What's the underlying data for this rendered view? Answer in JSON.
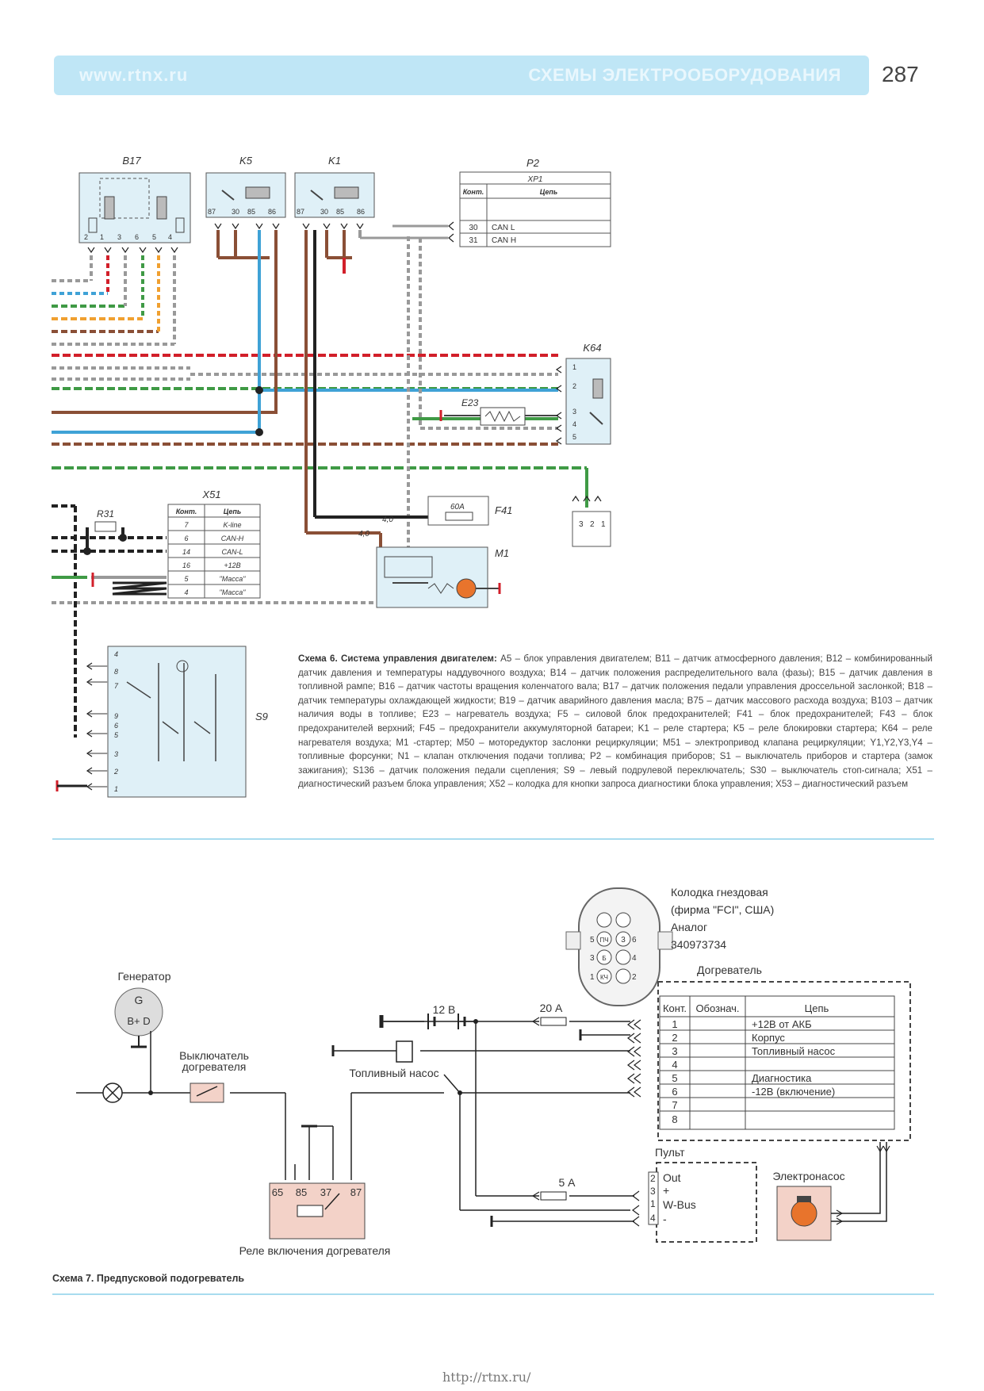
{
  "header": {
    "site": "www.rtnx.ru",
    "section": "СХЕМЫ ЭЛЕКТРООБОРУДОВАНИЯ",
    "page": "287"
  },
  "top": {
    "labels": {
      "b17": "B17",
      "k5": "K5",
      "k1": "K1",
      "p2": "P2",
      "k64": "K64",
      "e23": "E23",
      "f41": "F41",
      "m1": "M1",
      "x51": "X51",
      "r31": "R31",
      "s9": "S9",
      "fuse60": "60A",
      "w1": "4,0",
      "w2": "4,0"
    },
    "b17_pins": [
      "2",
      "1",
      "3",
      "6",
      "5",
      "4"
    ],
    "k_pins": [
      "87",
      "30",
      "85",
      "86"
    ],
    "k64_pins": [
      "1",
      "2",
      "3",
      "4",
      "5"
    ],
    "s9_pins": [
      "4",
      "8",
      "7",
      "9",
      "6",
      "5",
      "3",
      "2",
      "1"
    ],
    "conn3_pins": [
      "3",
      "2",
      "1"
    ],
    "p2_table": {
      "name": "XP1",
      "headers": [
        "Конт.",
        "Цепь"
      ],
      "rows": [
        [
          "30",
          "CAN L"
        ],
        [
          "31",
          "CAN H"
        ]
      ]
    },
    "x51_table": {
      "headers": [
        "Конт.",
        "Цепь"
      ],
      "rows": [
        [
          "7",
          "K-line"
        ],
        [
          "6",
          "CAN-H"
        ],
        [
          "14",
          "CAN-L"
        ],
        [
          "16",
          "+12B"
        ],
        [
          "5",
          "\"Масса\""
        ],
        [
          "4",
          "\"Масса\""
        ]
      ]
    }
  },
  "caption6": {
    "title": "Схема 6. Система управления двигателем:",
    "text": "A5 – блок управления двигателем; B11 – датчик атмосферного давления; B12 – комбинированный датчик давления и температуры наддувочного воздуха; B14 – датчик положения распределительного вала (фазы); B15 – датчик давления в топливной рампе; B16 – датчик частоты вращения коленчатого вала; B17 – датчик положения педали управления дроссельной заслонкой; B18 – датчик температуры охлаждающей жидкости; B19 – датчик аварийного давления масла; B75 – датчик массового расхода воздуха; B103 – датчик наличия воды в топливе; E23 – нагреватель воздуха; F5 – силовой блок предохранителей; F41 – блок предохранителей; F43 – блок предохранителей верхний; F45 – предохранители аккумуляторной батареи; K1 – реле стартера; K5 – реле блокировки стартера; K64 – реле нагревателя воздуха; M1 -стартер; M50 – моторедуктор заслонки рециркуляции; M51 – электропривод клапана рециркуляции; Y1,Y2,Y3,Y4 – топливные форсунки; N1 – клапан отключения подачи топлива; P2 – комбинация приборов; S1 – выключатель приборов и стартера (замок зажигания); S136 – датчик положения педали сцепления; S9 – левый подрулевой переключатель; S30 – выключатель стоп-сигнала; X51 – диагностический разъем блока управления; X52 – колодка для кнопки запроса диагностики блока управления; X53 – диагностический разъем"
  },
  "bottom": {
    "connector_desc": [
      "Колодка гнездовая",
      "(фирма \"FCI\", США)",
      "Аналог",
      "340973734"
    ],
    "connector_pins": {
      "left": [
        "5",
        "3",
        "1"
      ],
      "right": [
        "6",
        "4",
        "2"
      ],
      "sym": [
        "ПЧ",
        "Б",
        "КЧ"
      ],
      "center": [
        "3"
      ]
    },
    "generator": {
      "label": "Генератор",
      "g": "G",
      "bd": "B+ D"
    },
    "switch_label": [
      "Выключатель",
      "догревателя"
    ],
    "battery": "12 В",
    "fuse1": "20 А",
    "fuse2": "5 А",
    "pump_label": "Топливный насос",
    "relay_label": "Реле включения догревателя",
    "relay_pins": [
      "65",
      "85",
      "37",
      "87"
    ],
    "heater_label": "Догреватель",
    "heater_table": {
      "headers": [
        "Конт.",
        "Обознач.",
        "Цепь"
      ],
      "rows": [
        [
          "1",
          "",
          "+12В от АКБ"
        ],
        [
          "2",
          "",
          "Корпус"
        ],
        [
          "3",
          "",
          "Топливный насос"
        ],
        [
          "4",
          "",
          ""
        ],
        [
          "5",
          "",
          "Диагностика"
        ],
        [
          "6",
          "",
          "-12В (включение)"
        ],
        [
          "7",
          "",
          ""
        ],
        [
          "8",
          "",
          ""
        ]
      ]
    },
    "pult": {
      "label": "Пульт",
      "pins": [
        "2",
        "3",
        "1",
        "4"
      ],
      "signals": [
        "Out",
        "+",
        "W-Bus",
        "-"
      ]
    },
    "elnasos": "Электронасос"
  },
  "caption7": "Схема 7. Предпусковой подогреватель",
  "footer": "http://rtnx.ru/",
  "colors": {
    "band": "#bfe6f6",
    "rule": "#a8dcef",
    "relay_fill": "#f3d2c8",
    "motor": "#e8742c",
    "red": "#d21f2a",
    "blue": "#3fa2d6",
    "green": "#3f9a45",
    "brown": "#8a4f36",
    "orange": "#f0a030"
  }
}
